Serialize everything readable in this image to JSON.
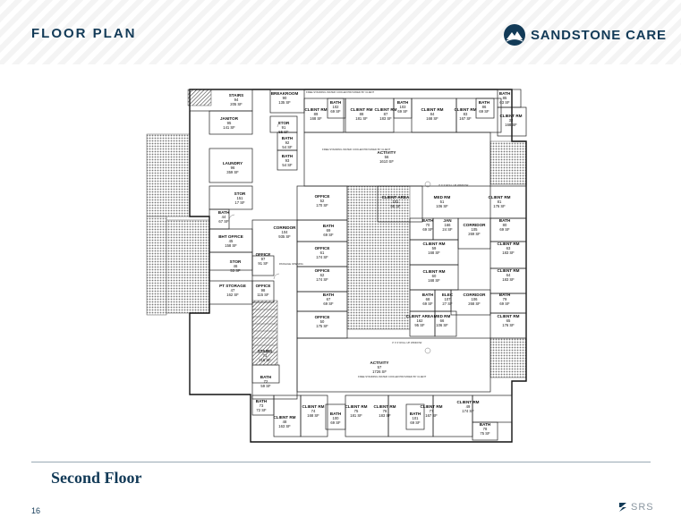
{
  "header": {
    "title": "FLOOR PLAN",
    "brand": "SANDSTONE CARE"
  },
  "footer": {
    "subtitle": "Second Floor",
    "page_number": "16",
    "logo_text": "SRS"
  },
  "rooms": [
    {
      "label": "STAIRS",
      "num": "94",
      "area": "205 SF"
    },
    {
      "label": "BREAKROOM",
      "num": "90",
      "area": "135 SF"
    },
    {
      "label": "BATH",
      "num": "102",
      "area": "69 SF"
    },
    {
      "label": "CLIENT RM",
      "num": "89",
      "area": "168 SF"
    },
    {
      "label": "CLIENT RM",
      "num": "88",
      "area": "181 SF"
    },
    {
      "label": "CLIENT RM",
      "num": "87",
      "area": "183 SF"
    },
    {
      "label": "BATH",
      "num": "103",
      "area": "69 SF"
    },
    {
      "label": "CLIENT RM",
      "num": "84",
      "area": "168 SF"
    },
    {
      "label": "CLIENT RM",
      "num": "83",
      "area": "167 SF"
    },
    {
      "label": "BATH",
      "num": "86",
      "area": "69 SF"
    },
    {
      "label": "BATH",
      "num": "85",
      "area": "63 SF"
    },
    {
      "label": "CLIENT RM",
      "num": "32",
      "area": "168 SF"
    },
    {
      "label": "JANITOR",
      "num": "95",
      "area": "141 SF"
    },
    {
      "label": "STOR",
      "num": "91",
      "area": "55 SF"
    },
    {
      "label": "BATH",
      "num": "92",
      "area": "54 SF"
    },
    {
      "label": "BATH",
      "num": "93",
      "area": "54 SF"
    },
    {
      "label": "LAUNDRY",
      "num": "96",
      "area": "359 SF"
    },
    {
      "label": "ACTIVITY",
      "num": "56",
      "area": "1610 SF"
    },
    {
      "label": "STOR",
      "num": "151",
      "area": "17 SF"
    },
    {
      "label": "BATH",
      "num": "44",
      "area": "67 SF"
    },
    {
      "label": "OFFICE",
      "num": "52",
      "area": "170 SF"
    },
    {
      "label": "CLIENT AREA",
      "num": "101",
      "area": "95 SF"
    },
    {
      "label": "MED RM",
      "num": "51",
      "area": "106 SF"
    },
    {
      "label": "CLIENT RM",
      "num": "81",
      "area": "176 SF"
    },
    {
      "label": "BATH",
      "num": "69",
      "area": "69 SF"
    },
    {
      "label": "BATH",
      "num": "70",
      "area": "69 SF"
    },
    {
      "label": "JAN",
      "num": "166",
      "area": "24 SF"
    },
    {
      "label": "CORRIDOR",
      "num": "105",
      "area": "269 SF"
    },
    {
      "label": "BATH",
      "num": "80",
      "area": "69 SF"
    },
    {
      "label": "BHT OFFICE",
      "num": "45",
      "area": "158 SF"
    },
    {
      "label": "CORRIDOR",
      "num": "104",
      "area": "935 SF"
    },
    {
      "label": "OFFICE",
      "num": "61",
      "area": "174 SF"
    },
    {
      "label": "CLIENT RM",
      "num": "59",
      "area": "168 SF"
    },
    {
      "label": "CLIENT RM",
      "num": "63",
      "area": "183 SF"
    },
    {
      "label": "STOR",
      "num": "46",
      "area": "53 SF"
    },
    {
      "label": "OFFICE",
      "num": "97",
      "area": "91 SF"
    },
    {
      "label": "OFFICE",
      "num": "62",
      "area": "174 SF"
    },
    {
      "label": "CLIENT RM",
      "num": "60",
      "area": "168 SF"
    },
    {
      "label": "CLIENT RM",
      "num": "64",
      "area": "183 SF"
    },
    {
      "label": "PT STORAGE",
      "num": "47",
      "area": "162 SF"
    },
    {
      "label": "OFFICE",
      "num": "98",
      "area": "115 SF"
    },
    {
      "label": "BATH",
      "num": "67",
      "area": "69 SF"
    },
    {
      "label": "BATH",
      "num": "68",
      "area": "69 SF"
    },
    {
      "label": "ELEC",
      "num": "107",
      "area": "27 SF"
    },
    {
      "label": "CORRIDOR",
      "num": "106",
      "area": "268 SF"
    },
    {
      "label": "BATH",
      "num": "79",
      "area": "69 SF"
    },
    {
      "label": "OFFICE",
      "num": "50",
      "area": "175 SF"
    },
    {
      "label": "CLIENT AREA",
      "num": "162",
      "area": "95 SF"
    },
    {
      "label": "MED RM",
      "num": "66",
      "area": "106 SF"
    },
    {
      "label": "CLIENT RM",
      "num": "65",
      "area": "176 SF"
    },
    {
      "label": "STAIRS",
      "num": "71",
      "area": "216 SF"
    },
    {
      "label": "ACTIVITY",
      "num": "57",
      "area": "1726 SF"
    },
    {
      "label": "BATH",
      "num": "72",
      "area": "59 SF"
    },
    {
      "label": "BATH",
      "num": "73",
      "area": "72 SF"
    },
    {
      "label": "CLIENT RM",
      "num": "48",
      "area": "163 SF"
    },
    {
      "label": "CLIENT RM",
      "num": "74",
      "area": "168 SF"
    },
    {
      "label": "BATH",
      "num": "100",
      "area": "69 SF"
    },
    {
      "label": "CLIENT RM",
      "num": "75",
      "area": "181 SF"
    },
    {
      "label": "CLIENT RM",
      "num": "76",
      "area": "183 SF"
    },
    {
      "label": "BATH",
      "num": "101",
      "area": "69 SF"
    },
    {
      "label": "CLIENT RM",
      "num": "77",
      "area": "167 SF"
    },
    {
      "label": "CLIENT RM",
      "num": "49",
      "area": "174 SF"
    },
    {
      "label": "BATH",
      "num": "78",
      "area": "75 SF"
    }
  ],
  "notes": {
    "water_cooler": "FREE STANDING WATER COOLER PROVIDED BY CLIENT",
    "window": "3' X 3' ROLL UP WINDOW",
    "passage": "PASSAGE OPENING"
  }
}
